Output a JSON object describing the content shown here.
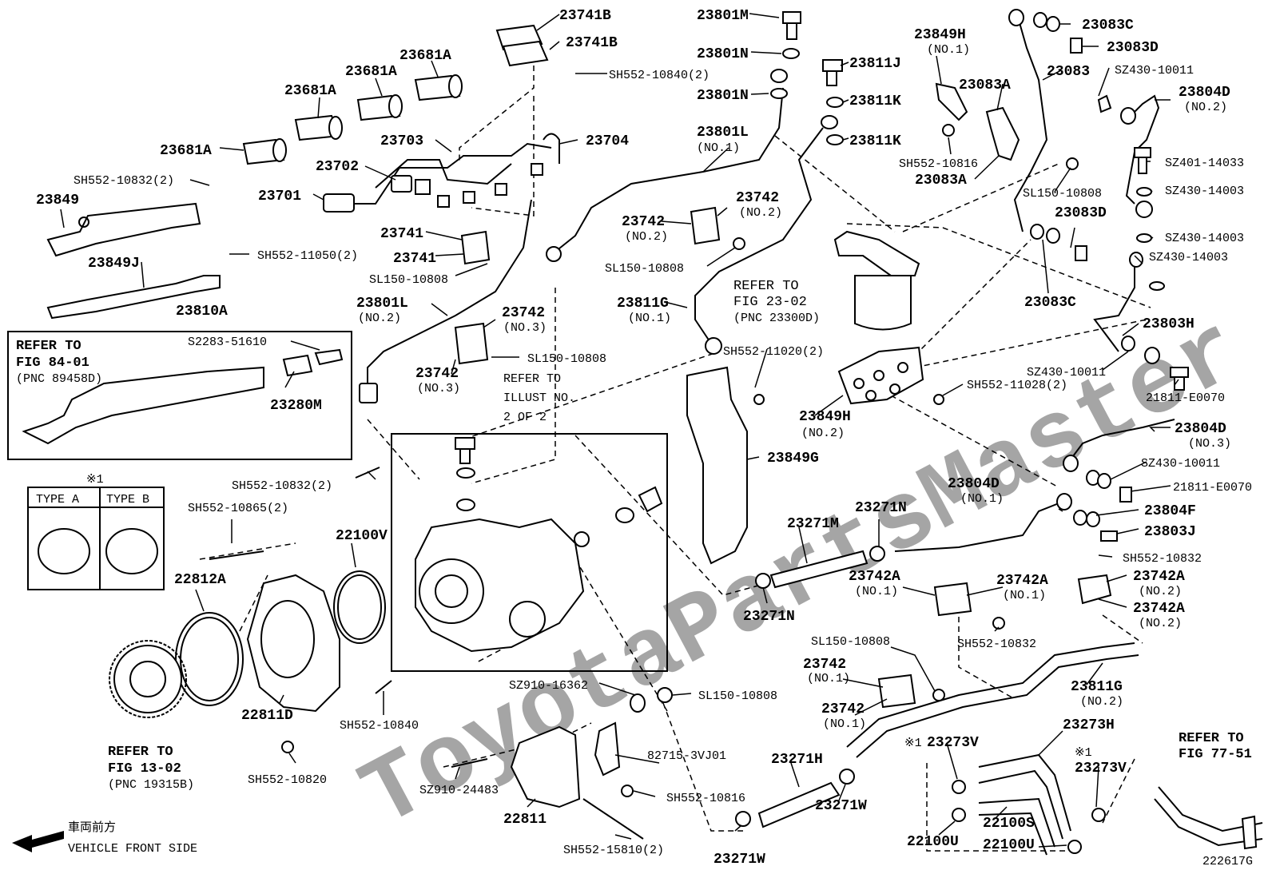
{
  "watermark": "ToyotaPartsMaster",
  "figure_code": "222617G",
  "direction": {
    "jp": "車両前方",
    "en": "VEHICLE FRONT SIDE"
  },
  "type_legend": {
    "mark": "※1",
    "a": "TYPE A",
    "b": "TYPE B"
  },
  "refs": {
    "fig84": {
      "l1": "REFER TO",
      "l2": "FIG 84-01",
      "l3": "(PNC 89458D)"
    },
    "fig23": {
      "l1": "REFER TO",
      "l2": "FIG 23-02",
      "l3": "(PNC 23300D)"
    },
    "fig13": {
      "l1": "REFER TO",
      "l2": "FIG 13-02",
      "l3": "(PNC 19315B)"
    },
    "fig77": {
      "l1": "REFER TO",
      "l2": "FIG 77-51"
    },
    "illust": {
      "l1": "REFER TO",
      "l2": "ILLUST NO.",
      "l3": "2 OF 2"
    }
  },
  "labels": [
    {
      "t": "23741B"
    },
    {
      "t": "23741B"
    },
    {
      "t": "SH552-10840(2)"
    },
    {
      "t": "23681A"
    },
    {
      "t": "23681A"
    },
    {
      "t": "23681A"
    },
    {
      "t": "23681A"
    },
    {
      "t": "23703"
    },
    {
      "t": "23704"
    },
    {
      "t": "23702"
    },
    {
      "t": "23701"
    },
    {
      "t": "SH552-10832(2)"
    },
    {
      "t": "23849"
    },
    {
      "t": "SH552-11050(2)"
    },
    {
      "t": "23849J"
    },
    {
      "t": "23810A"
    },
    {
      "t": "S2283-51610"
    },
    {
      "t": "23280M"
    },
    {
      "t": "23741"
    },
    {
      "t": "23741"
    },
    {
      "t": "SL150-10808"
    },
    {
      "t": "23801L"
    },
    {
      "t": "(NO.2)"
    },
    {
      "t": "23742"
    },
    {
      "t": "(NO.3)"
    },
    {
      "t": "SL150-10808"
    },
    {
      "t": "23742"
    },
    {
      "t": "(NO.3)"
    },
    {
      "t": "23801M"
    },
    {
      "t": "23801N"
    },
    {
      "t": "23801N"
    },
    {
      "t": "23801L"
    },
    {
      "t": "(NO.1)"
    },
    {
      "t": "23742"
    },
    {
      "t": "(NO.2)"
    },
    {
      "t": "23742"
    },
    {
      "t": "(NO.2)"
    },
    {
      "t": "SL150-10808"
    },
    {
      "t": "23811G"
    },
    {
      "t": "(NO.1)"
    },
    {
      "t": "23811J"
    },
    {
      "t": "23811K"
    },
    {
      "t": "23811K"
    },
    {
      "t": "23849H"
    },
    {
      "t": "(NO.1)"
    },
    {
      "t": "23083A"
    },
    {
      "t": "SH552-10816"
    },
    {
      "t": "23083A"
    },
    {
      "t": "23083C"
    },
    {
      "t": "23083D"
    },
    {
      "t": "23083"
    },
    {
      "t": "SZ430-10011"
    },
    {
      "t": "23804D"
    },
    {
      "t": "(NO.2)"
    },
    {
      "t": "SZ401-14033"
    },
    {
      "t": "SZ430-14003"
    },
    {
      "t": "SL150-10808"
    },
    {
      "t": "23083D"
    },
    {
      "t": "SZ430-14003"
    },
    {
      "t": "SZ430-14003"
    },
    {
      "t": "23083C"
    },
    {
      "t": "23803H"
    },
    {
      "t": "SZ430-10011"
    },
    {
      "t": "21811-E0070"
    },
    {
      "t": "SH552-11020(2)"
    },
    {
      "t": "SH552-11028(2)"
    },
    {
      "t": "23849H"
    },
    {
      "t": "(NO.2)"
    },
    {
      "t": "23849G"
    },
    {
      "t": "23804D"
    },
    {
      "t": "(NO.3)"
    },
    {
      "t": "SZ430-10011"
    },
    {
      "t": "21811-E0070"
    },
    {
      "t": "23804D"
    },
    {
      "t": "(NO.1)"
    },
    {
      "t": "23804F"
    },
    {
      "t": "23803J"
    },
    {
      "t": "SH552-10832"
    },
    {
      "t": "23271M"
    },
    {
      "t": "23271N"
    },
    {
      "t": "23271N"
    },
    {
      "t": "23742A"
    },
    {
      "t": "(NO.1)"
    },
    {
      "t": "23742A"
    },
    {
      "t": "(NO.1)"
    },
    {
      "t": "23742A"
    },
    {
      "t": "(NO.2)"
    },
    {
      "t": "23742A"
    },
    {
      "t": "(NO.2)"
    },
    {
      "t": "SH552-10832"
    },
    {
      "t": "SH552-10832(2)"
    },
    {
      "t": "SH552-10865(2)"
    },
    {
      "t": "22100V"
    },
    {
      "t": "22812A"
    },
    {
      "t": "22811D"
    },
    {
      "t": "SH552-10840"
    },
    {
      "t": "SH552-10820"
    },
    {
      "t": "SZ910-16362"
    },
    {
      "t": "SL150-10808"
    },
    {
      "t": "82715-3VJ01"
    },
    {
      "t": "SH552-10816"
    },
    {
      "t": "SZ910-24483"
    },
    {
      "t": "22811"
    },
    {
      "t": "SH552-15810(2)"
    },
    {
      "t": "SL150-10808"
    },
    {
      "t": "23742"
    },
    {
      "t": "(NO.1)"
    },
    {
      "t": "23742"
    },
    {
      "t": "(NO.1)"
    },
    {
      "t": "23811G"
    },
    {
      "t": "(NO.2)"
    },
    {
      "t": "23271H"
    },
    {
      "t": "23271W"
    },
    {
      "t": "23271W"
    },
    {
      "t": "※1"
    },
    {
      "t": "23273V"
    },
    {
      "t": "23273H"
    },
    {
      "t": "※1"
    },
    {
      "t": "23273V"
    },
    {
      "t": "22100U"
    },
    {
      "t": "22100S"
    },
    {
      "t": "22100U"
    }
  ]
}
